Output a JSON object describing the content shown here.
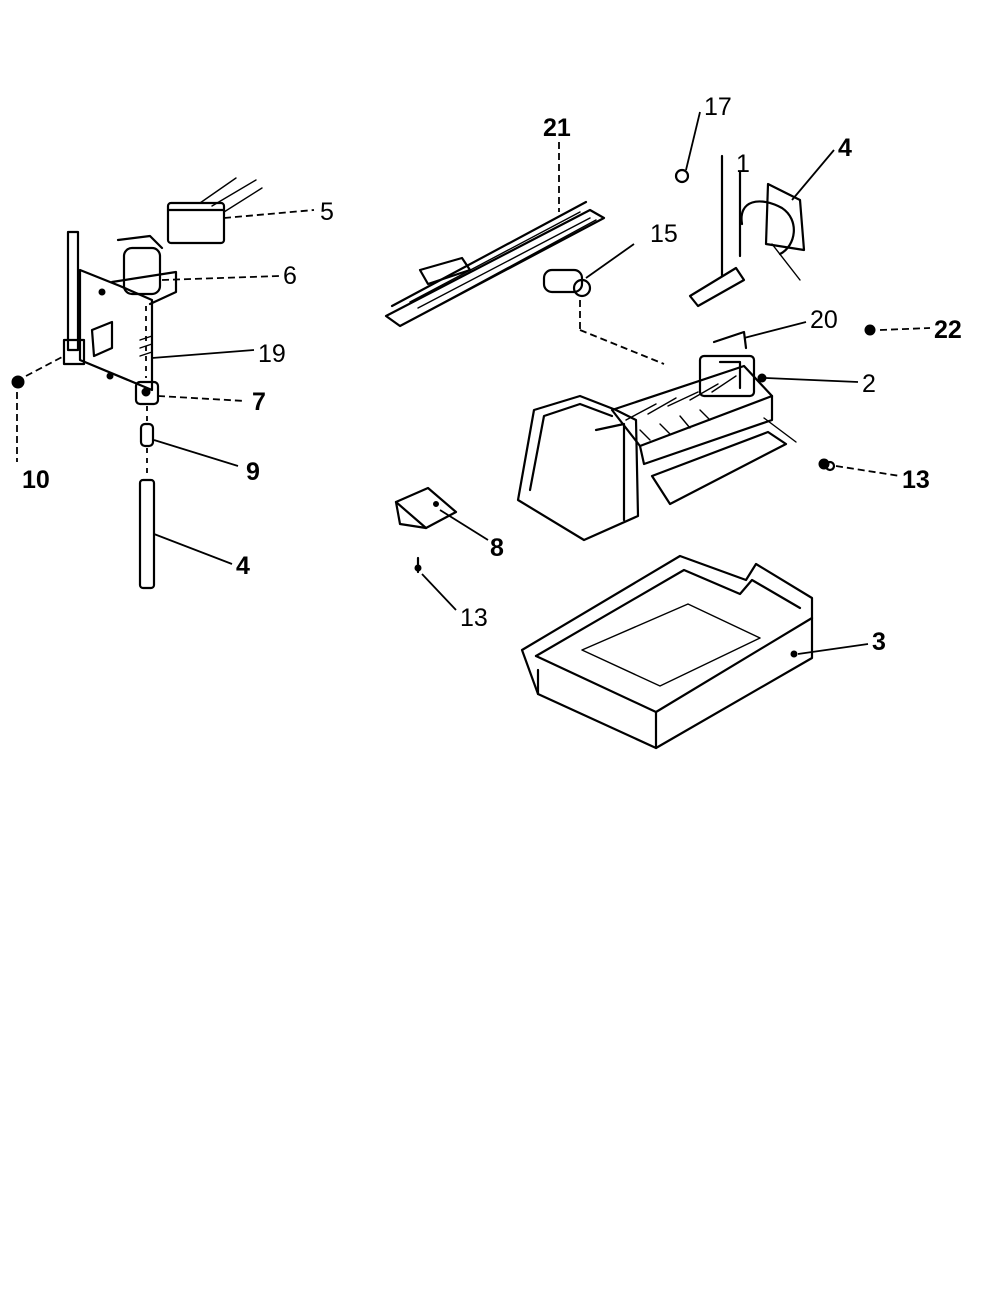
{
  "diagram": {
    "callouts": [
      {
        "id": "c5",
        "label": "5"
      },
      {
        "id": "c6",
        "label": "6"
      },
      {
        "id": "c19",
        "label": "19"
      },
      {
        "id": "c7",
        "label": "7"
      },
      {
        "id": "c10",
        "label": "10"
      },
      {
        "id": "c9",
        "label": "9"
      },
      {
        "id": "c4a",
        "label": "4"
      },
      {
        "id": "c21",
        "label": "21"
      },
      {
        "id": "c17",
        "label": "17"
      },
      {
        "id": "c1",
        "label": "1"
      },
      {
        "id": "c4b",
        "label": "4"
      },
      {
        "id": "c15",
        "label": "15"
      },
      {
        "id": "c20",
        "label": "20"
      },
      {
        "id": "c22",
        "label": "22"
      },
      {
        "id": "c2",
        "label": "2"
      },
      {
        "id": "c13a",
        "label": "13"
      },
      {
        "id": "c8",
        "label": "8"
      },
      {
        "id": "c13b",
        "label": "13"
      },
      {
        "id": "c3",
        "label": "3"
      }
    ]
  }
}
